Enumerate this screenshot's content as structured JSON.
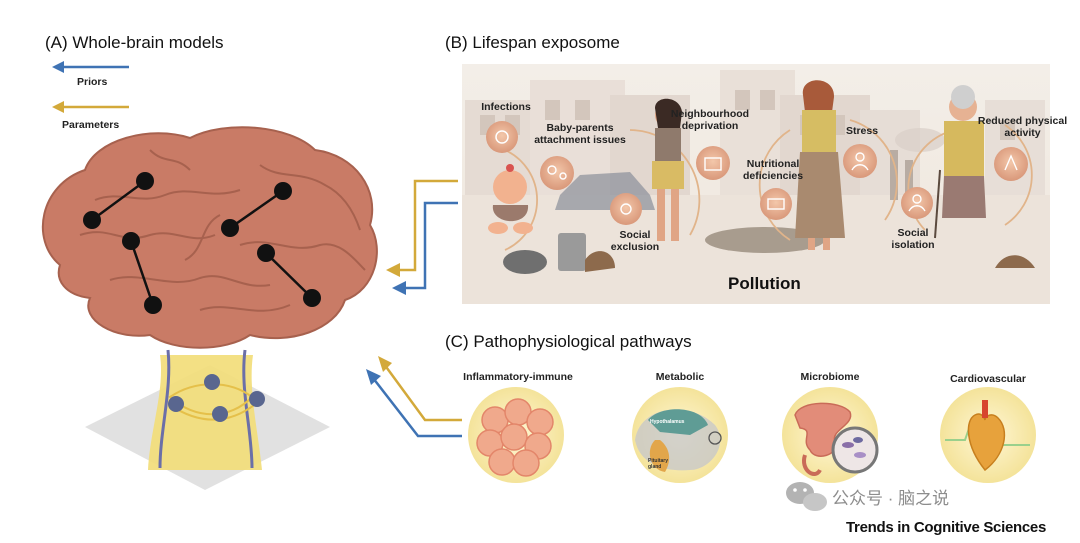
{
  "panels": {
    "a_title": "(A) Whole-brain models",
    "b_title": "(B) Lifespan exposome",
    "c_title": "(C) Pathophysiological pathways"
  },
  "legend": {
    "priors": "Priors",
    "parameters": "Parameters"
  },
  "colors": {
    "priors_arrow": "#3f73b4",
    "parameters_arrow": "#d3a93a",
    "brain": "#c97b66",
    "brainstem": "#f2dd7a"
  },
  "exposome": {
    "infections": "Infections",
    "baby_parents": "Baby-parents attachment issues",
    "neighbourhood": "Neighbourhood deprivation",
    "stress": "Stress",
    "reduced_activity": "Reduced physical activity",
    "nutritional": "Nutritional deficiencies",
    "social_exclusion": "Social exclusion",
    "social_isolation": "Social isolation",
    "pollution": "Pollution"
  },
  "pathways": {
    "inflammatory": "Inflammatory-immune",
    "metabolic": "Metabolic",
    "microbiome": "Microbiome",
    "cardiovascular": "Cardiovascular",
    "hypothalamus": "Hypothalamus",
    "pituitary": "Pituitary gland"
  },
  "footer": {
    "watermark": "公众号 · 脑之说",
    "journal": "Trends in Cognitive Sciences"
  }
}
